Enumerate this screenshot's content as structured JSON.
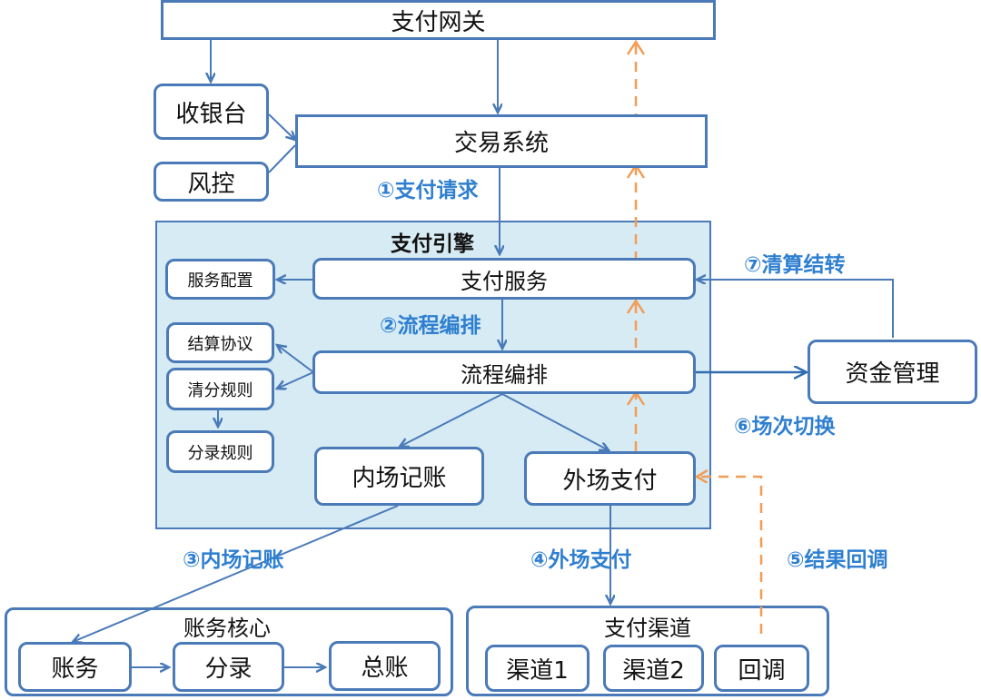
{
  "nodes": {
    "gateway": "支付网关",
    "cashier": "收银台",
    "risk": "风控",
    "trade": "交易系统",
    "engine_title": "支付引擎",
    "pay_service": "支付服务",
    "service_config": "服务配置",
    "flow_orch": "流程编排",
    "settle_protocol": "结算协议",
    "clearing_rules": "清分规则",
    "entry_rules": "分录规则",
    "internal_accounting": "内场记账",
    "external_payment": "外场支付",
    "fund_mgmt": "资金管理",
    "ledger_core": "账务核心",
    "ledger_account": "账务",
    "ledger_entry": "分录",
    "ledger_general": "总账",
    "channel": "支付渠道",
    "channel1": "渠道1",
    "channel2": "渠道2",
    "callback": "回调"
  },
  "steps": {
    "s1": "①支付请求",
    "s2": "②流程编排",
    "s3": "③内场记账",
    "s4": "④外场支付",
    "s5": "⑤结果回调",
    "s6": "⑥场次切换",
    "s7": "⑦清算结转"
  },
  "colors": {
    "box_border": "#4a7ab8",
    "panel_fill": "#d6ebf4",
    "step_text": "#2f7fd0",
    "callback_arrow": "#f39c55"
  }
}
